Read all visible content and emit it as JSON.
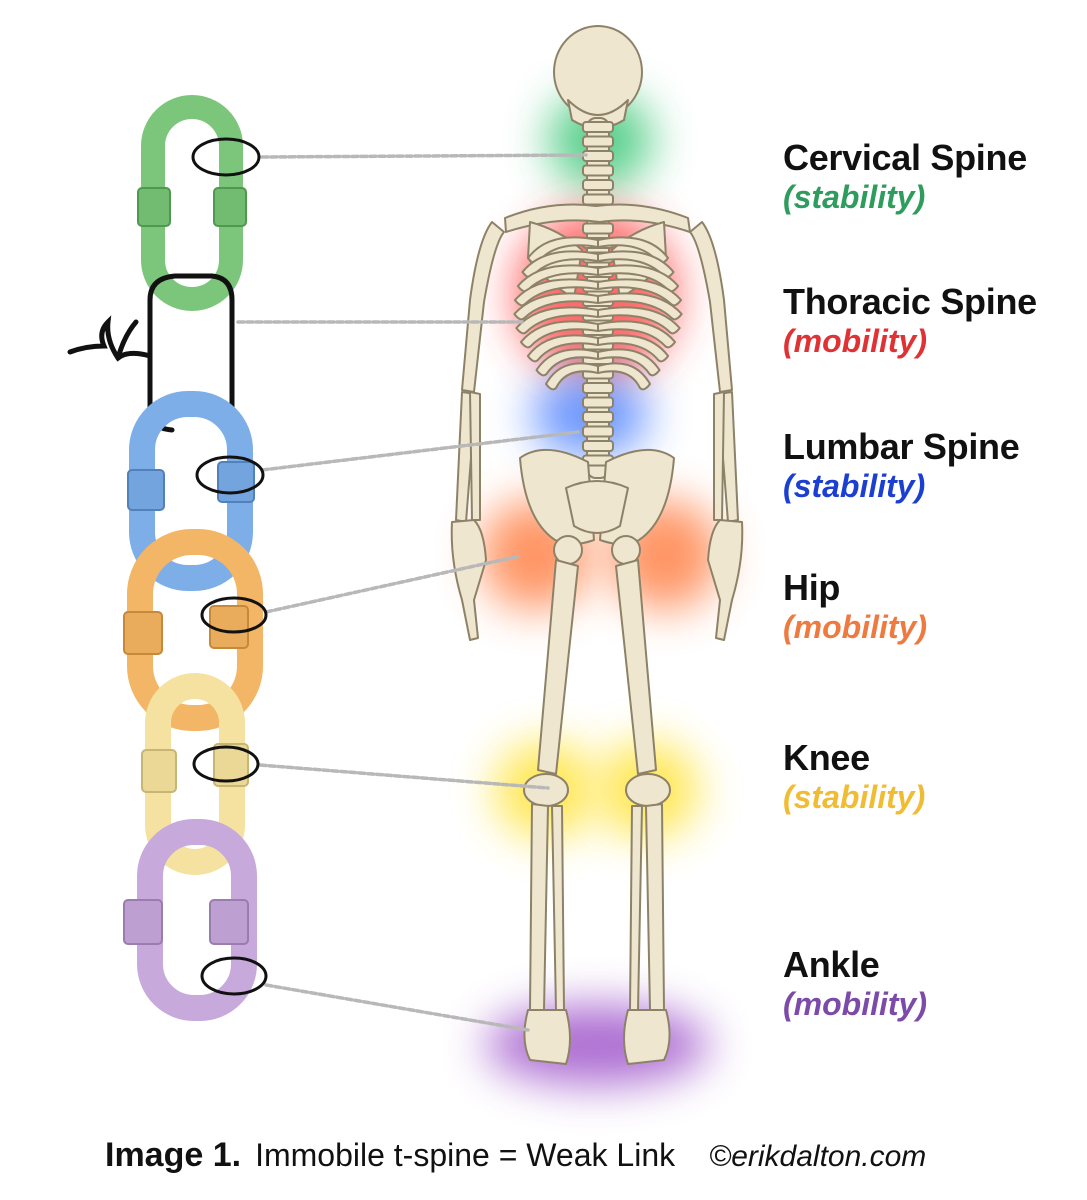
{
  "regions": [
    {
      "title": "Cervical Spine",
      "subtitle": "(stability)",
      "color": "#2e9c5c"
    },
    {
      "title": "Thoracic Spine",
      "subtitle": "(mobility)",
      "color": "#e03234"
    },
    {
      "title": "Lumbar Spine",
      "subtitle": "(stability)",
      "color": "#1b3fd0"
    },
    {
      "title": "Hip",
      "subtitle": "(mobility)",
      "color": "#ee7a40"
    },
    {
      "title": "Knee",
      "subtitle": "(stability)",
      "color": "#f0bc33"
    },
    {
      "title": "Ankle",
      "subtitle": "(mobility)",
      "color": "#7c4aa8"
    }
  ],
  "chain_colors": {
    "cervical": "#7cc67c",
    "lumbar": "#7eaee8",
    "hip": "#f3b566",
    "knee": "#f5e2a0",
    "ankle": "#c8a9dc",
    "broken_link": "#111111"
  },
  "glow_colors": {
    "cervical": "#3cc878",
    "thoracic": "#ff3b3b",
    "lumbar": "#3b74ff",
    "hip": "#ff7a3c",
    "knee": "#ffe43c",
    "ankle": "#9a4cc8"
  },
  "bone_color": "#efe6cf",
  "caption": {
    "number": "Image 1.",
    "text": "Immobile t-spine = Weak Link",
    "copyright": "©erikdalton.com"
  }
}
